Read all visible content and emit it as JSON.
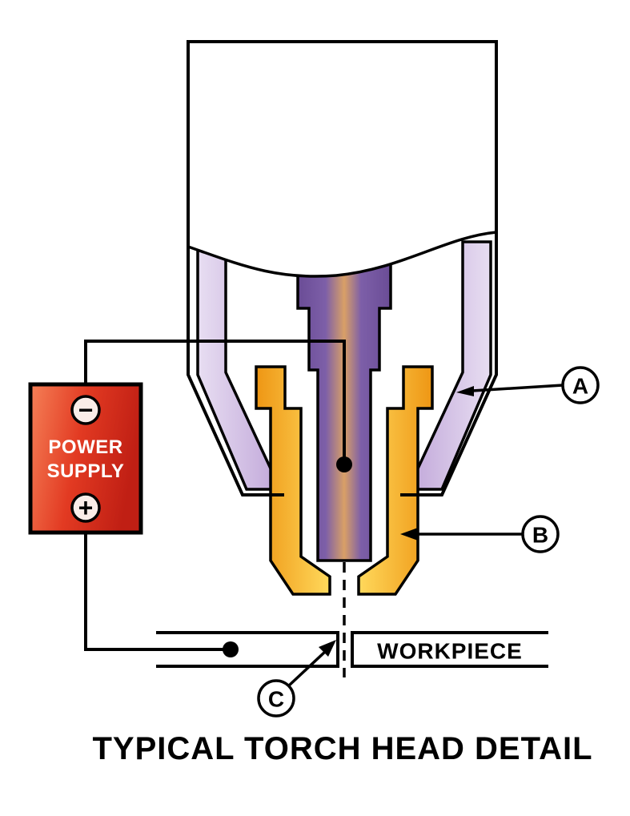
{
  "diagram": {
    "title": "TYPICAL TORCH HEAD DETAIL",
    "workpiece_label": "WORKPIECE",
    "power_supply": {
      "line1": "POWER",
      "line2": "SUPPLY",
      "negative_symbol": "−",
      "positive_symbol": "+"
    },
    "callouts": {
      "a": "A",
      "b": "B",
      "c": "C"
    },
    "colors": {
      "shield_lavender": "#C9B3DF",
      "nozzle_gold": "#F6AE17",
      "electrode_purple": "#6A4C96",
      "electrode_core_tan": "#D9A066",
      "power_supply_red": "#DD2F1E",
      "outline_black": "#000000"
    }
  }
}
